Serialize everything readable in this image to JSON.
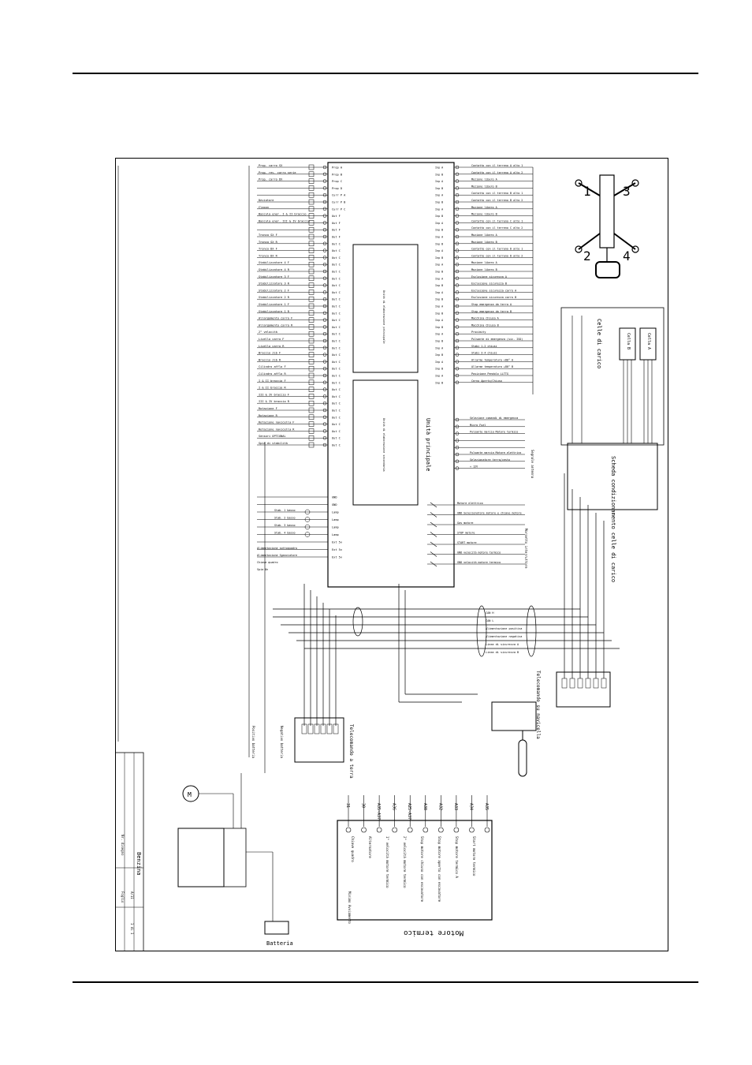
{
  "drawing": {
    "unit_title": "Unità principale",
    "sub_board_top": "Unità di elaborazione principale",
    "sub_board_bottom": "Unità di elaborazione secondaria",
    "left_inputs": [
      "Prop. carro SX",
      "Prop. rev. carro serie",
      "Prop. carro DX",
      "",
      "",
      "Deviatore",
      "Claxon",
      "Bascula ener. I & II braccio",
      "Bascula ener. III & IV braccio",
      "",
      "Tronco SX F",
      "Tronco SX R",
      "Tronco DX F",
      "Tronco DX R",
      "Stabilizzatore 4 F",
      "Stabilizzatore 4 R",
      "Stabilizzatore 3 F",
      "Stabilizzatore 3 R",
      "Stabilizzatore 2 F",
      "Stabilizzatore 2 R",
      "Stabilizzatore 1 F",
      "Stabilizzatore 1 R",
      "Allargamento carro F",
      "Allargamento carro R",
      "2° velocità",
      "Livello carro F",
      "Livello carro R",
      "Braccio Jib F",
      "Braccio Jib R",
      "Cilindro afflo F",
      "Cilindro afflo R",
      "I & II braccio F",
      "I & II braccio R",
      "III & IV braccio F",
      "III & IV braccio R",
      "Rotazione F",
      "Rotazione R",
      "Rotazione navicella F",
      "Rotazione navicella R",
      "Sensori OPTIONAL",
      "Spia di stabilità"
    ],
    "left_pins": [
      "Prop A",
      "Prop B",
      "Prop C",
      "Prop D",
      "Curr P A",
      "Curr P B",
      "Curr P C",
      "Out F",
      "Out F",
      "Out F",
      "Out F",
      "Out C",
      "Out C",
      "Out C",
      "Out C",
      "Out C",
      "Out C",
      "Out C",
      "Out C",
      "Out C",
      "Out C",
      "Out C",
      "Out C",
      "Out C",
      "Out C",
      "Out C",
      "Out C",
      "Out C",
      "Out C",
      "Out C",
      "Out C",
      "Out C",
      "Out C",
      "Out C",
      "Out C",
      "Out C",
      "Out C",
      "Out C",
      "Out C",
      "Out C",
      "Out C",
      "Out C"
    ],
    "right_outputs": [
      "Contatto con il terreno A alto 1",
      "Contatto con il terreno A alto 2",
      "Mozione libero A",
      "Mozione libero B",
      "Contatto con il terreno B alto 1",
      "Contatto con il terreno B alto 2",
      "Mozione libero A",
      "Mozione libero B",
      "Contatto con il terreno C alto 1",
      "Contatto con il terreno C alto 2",
      "Mozione libero A",
      "Mozione libero B",
      "Contatto con il terreno D alto 1",
      "Contatto con il terreno D alto 2",
      "Mozione libero A",
      "Mozione libero B",
      "Esclusione sicurezza A",
      "Esclusione sicurezza B",
      "Esclusione sicurezza carro A",
      "Esclusione sicurezza carro B",
      "Stop emergenza da terra A",
      "Stop emergenza da terra B",
      "Macchina Chiusa A",
      "Macchina Chiusa B",
      "Proximity",
      "Pulsante di emergenza (sic. ISO)",
      "Stabi 1-2 chiusi",
      "Stabi 3-4 chiusi",
      "Allarme temperatura +80° A",
      "Allarme temperatura +80° B",
      "Posizione Pendolo LLTTG",
      "Cerno Aperto/Chiuso"
    ],
    "right_lower_outputs": [
      "Selezione comandi di emergenza",
      "Micro Fuel",
      "Pulsante marcia Motore termico",
      "",
      "",
      "Pulsante marcia Motore elettrico",
      "Selezionatore terra/cesto",
      "+ 12V"
    ],
    "bottom_labels": [
      "Motore elettrico",
      "GND Selezionatore motore e chiave motore",
      "Gas motore",
      "STOP motore",
      "START motore",
      "GND velocità motore termico",
      "GND velocità motore termico"
    ],
    "lower_left": [
      "GND",
      "GND",
      "Lamp",
      "Lamp",
      "Lamp",
      "Lamp",
      "Ext 5v",
      "Ext 5v",
      "Ext 5v"
    ],
    "lamp_labels": [
      "Stab. 1 basso",
      "Stab. 2 basso",
      "Stab. 3 basso",
      "Stab. 4 basso"
    ],
    "misc_left": [
      "Alimentazione sottoquadro",
      "Alimentazione Sganciatore",
      "Chiave quadro",
      "Spia On"
    ],
    "bus_labels": [
      "CAN H",
      "CAN L",
      "Alimentazione positiva",
      "Alimentazione negativa",
      "Linea di sicurezza A",
      "Linea di sicurezza B"
    ],
    "load_cells": {
      "title": "Celle di carico",
      "cell_a": "Cella A",
      "cell_b": "Cella B"
    },
    "load_board": {
      "title": "Scheda condizionamento celle di carico"
    },
    "remote_basket": {
      "title": "Telecomando su navicella"
    },
    "remote_ground": {
      "title": "Telecomando a terra"
    },
    "engine": {
      "title": "Motore termico",
      "pins": [
        "31",
        "30",
        "A35-A37",
        "A36",
        "A25-A37",
        "A38",
        "A32",
        "A33",
        "A34",
        "A35"
      ],
      "signals": [
        "Chiave quadro",
        "Alternatore",
        "1° velocità motore termico",
        "2° velocità motore termico",
        "Stop motore chiuso con escavatore",
        "Stop motore aperto con escavatore",
        "Stop motore termico A",
        "Start motore termico"
      ],
      "alarm": "Minimo Avviamento"
    },
    "battery": "Batteria",
    "motor_label": "M",
    "title_block": {
      "project": "Benzina",
      "drawing_no": "Nr. disegno",
      "sheet": "A/11",
      "scale": "Foglio",
      "date": "1 di 1"
    },
    "outrigger_numbers": [
      "1",
      "2",
      "3",
      "4"
    ],
    "wire_labels": [
      "Positivo batteria",
      "Negativo batteria",
      "Segnale antenna",
      "Morsetto interruttore"
    ]
  }
}
